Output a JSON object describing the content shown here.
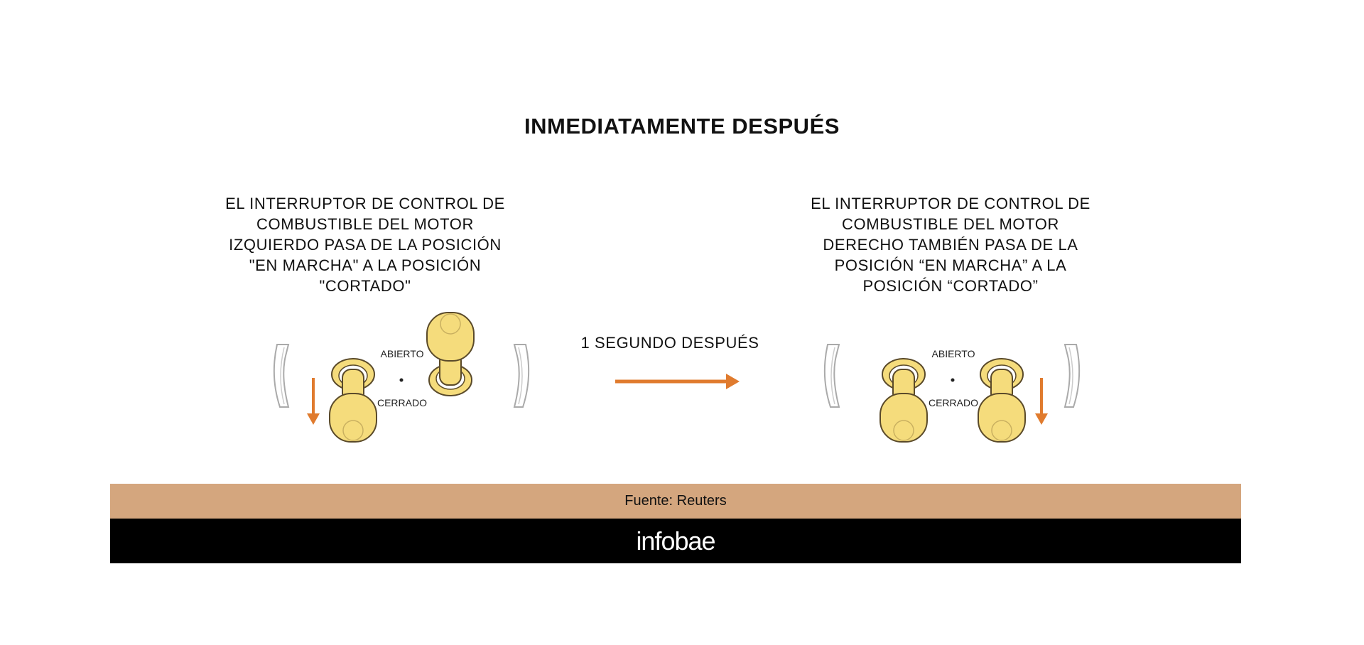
{
  "title": "INMEDIATAMENTE DESPUÉS",
  "left_description": [
    "EL INTERRUPTOR DE CONTROL DE",
    "COMBUSTIBLE DEL MOTOR",
    "IZQUIERDO PASA DE LA POSICIÓN",
    "\"EN MARCHA\" A LA POSICIÓN",
    "\"CORTADO\""
  ],
  "right_description": [
    "EL INTERRUPTOR DE CONTROL DE",
    "COMBUSTIBLE DEL MOTOR",
    "DERECHO TAMBIÉN PASA DE LA",
    "POSICIÓN “EN MARCHA” A LA",
    "POSICIÓN “CORTADO”"
  ],
  "middle_label": "1 SEGUNDO DESPUÉS",
  "switch_labels": {
    "open": "ABIERTO",
    "closed": "CERRADO"
  },
  "source": "Fuente: Reuters",
  "brand": "infobae",
  "colors": {
    "knob": "#f5dc7c",
    "arrow": "#e07b2e",
    "source_bar": "#d4a67e",
    "brand_bar": "#000000"
  }
}
